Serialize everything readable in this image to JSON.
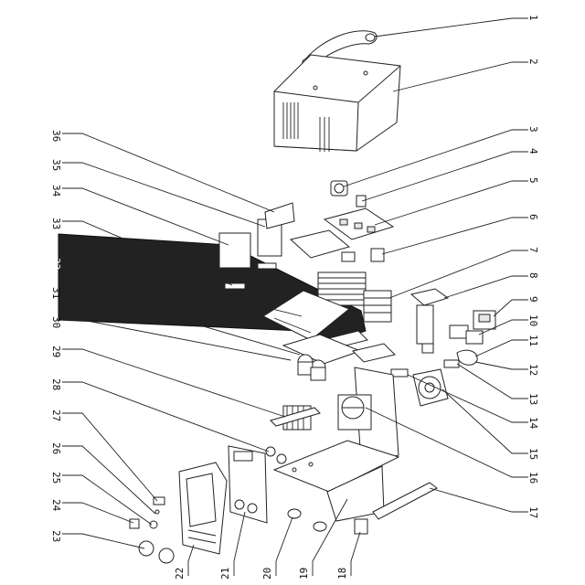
{
  "labels_right": [
    "1",
    "2",
    "3",
    "4",
    "5",
    "6",
    "7",
    "8",
    "9",
    "10",
    "11",
    "12",
    "13",
    "14",
    "15",
    "16",
    "17"
  ],
  "labels_left": [
    "36",
    "35",
    "34",
    "33",
    "32",
    "31",
    "30",
    "29",
    "28",
    "27",
    "26",
    "25",
    "24",
    "23"
  ],
  "labels_bottom": [
    "22",
    "21",
    "20",
    "19",
    "18"
  ]
}
